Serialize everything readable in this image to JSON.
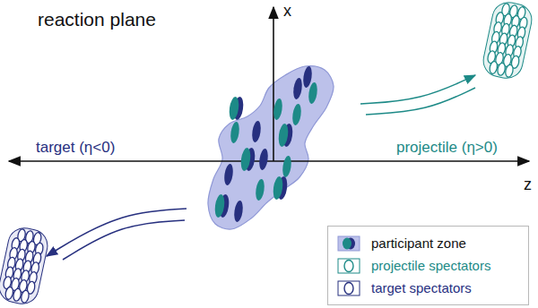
{
  "diagram": {
    "title": "reaction plane",
    "labels": [
      "x",
      "z",
      "target (η<0)",
      "projectile (η>0)"
    ],
    "legend": [
      {
        "text": "participant zone"
      },
      {
        "text": "projectile spectators"
      },
      {
        "text": "target spectators"
      }
    ]
  }
}
